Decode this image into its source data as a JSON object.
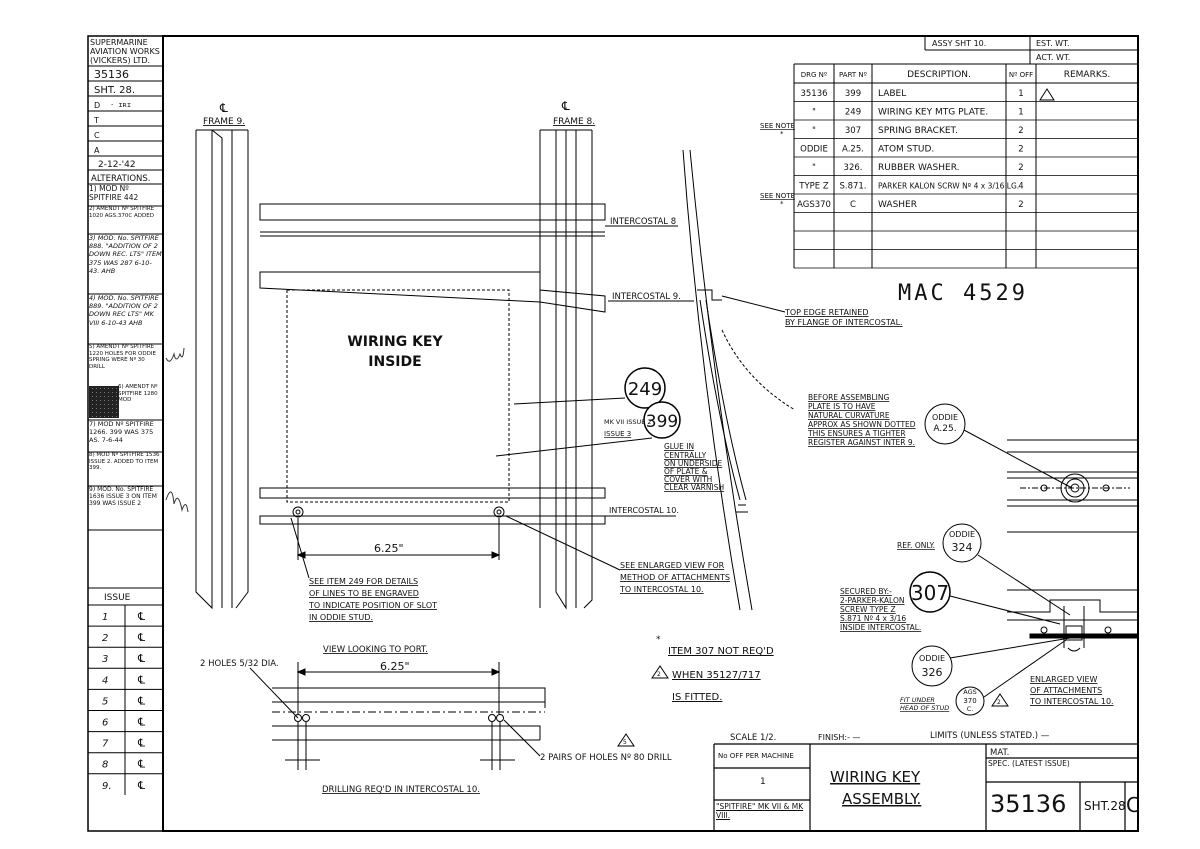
{
  "title_block": {
    "company": [
      "SUPERMARINE",
      "AVIATION WORKS",
      "(VICKERS) LTD."
    ],
    "drawing_no": "35136",
    "sheet": "SHT. 28.",
    "rows": [
      "D",
      "T",
      "C",
      "A"
    ],
    "date": "2-12-'42",
    "alterations_title": "ALTERATIONS.",
    "alterations": [
      "1) MOD Nº SPITFIRE 442",
      "2) AMENDT Nº SPITFIRE 1020 AGS.370C ADDED",
      "3) MOD. No. SPITFIRE 888. \"ADDITION OF 2 DOWN REC. LTS\" ITEM 375 WAS 287 6-10-43. AHB",
      "4) MOD. No. SPITFIRE 889. \"ADDITION OF 2 DOWN REC LTS\" MK VIII 6-10-43 AHB",
      "5) AMENDT Nº SPITFIRE 1220 HOLES FOR ODDIE SPRING WERE Nº 30 DRILL",
      "6) AMENDT Nº SPITFIRE 1280 MOD",
      "7) MOD Nº SPITFIRE 1266. 399 WAS 375 AS. 7-6-44",
      "8) MOD Nº SPITFIRE 1536 ISSUE 2. ADDED TO ITEM 399.",
      "9) MOD. No. SPITFIRE 1636 ISSUE 3 ON ITEM 399 WAS ISSUE 2"
    ],
    "issue_title": "ISSUE",
    "issues": [
      "1",
      "2",
      "3",
      "4",
      "5",
      "6",
      "7",
      "8",
      "9."
    ]
  },
  "parts_header": {
    "assy_sheet": "ASSY SHT 10.",
    "est_wt": "EST. WT.",
    "act_wt": "ACT. WT."
  },
  "parts_table": {
    "headers": [
      "DRG Nº",
      "PART Nº",
      "DESCRIPTION.",
      "Nº OFF",
      "REMARKS."
    ],
    "rows": [
      [
        "35136",
        "399",
        "LABEL",
        "1",
        ""
      ],
      [
        "\"",
        "249",
        "WIRING KEY MTG PLATE.",
        "1",
        ""
      ],
      [
        "\"",
        "307",
        "SPRING BRACKET.",
        "2",
        ""
      ],
      [
        "ODDIE",
        "A.25.",
        "ATOM STUD.",
        "2",
        ""
      ],
      [
        "\"",
        "326.",
        "RUBBER WASHER.",
        "2",
        ""
      ],
      [
        "TYPE Z",
        "S.871.",
        "PARKER KALON SCRW Nº 4 x 3/16 LG.",
        "4",
        ""
      ],
      [
        "AGS370",
        "C",
        "WASHER",
        "2",
        ""
      ]
    ],
    "see_note": "SEE NOTE"
  },
  "mac_number": "MAC 4529",
  "labels": {
    "frame9": "FRAME 9.",
    "frame8": "FRAME 8.",
    "intercostal8": "INTERCOSTAL 8",
    "intercostal9": "INTERCOSTAL 9.",
    "intercostal10": "INTERCOSTAL 10.",
    "wiring_key_1": "WIRING KEY",
    "wiring_key_2": "INSIDE",
    "item249": "249",
    "item399": "399",
    "mk_issue": "MK VII ISSUE 2",
    "issue3": "ISSUE 3",
    "glue_note": [
      "GLUE IN",
      "CENTRALLY",
      "ON UNDERSIDE",
      "OF PLATE &",
      "COVER WITH",
      "CLEAR VARNISH"
    ],
    "dim_625": "6.25\"",
    "see_item_249": [
      "SEE ITEM 249 FOR DETAILS",
      "OF LINES TO BE ENGRAVED",
      "TO INDICATE POSITION OF SLOT",
      "IN ODDIE STUD."
    ],
    "see_enlarged": [
      "SEE ENLARGED VIEW FOR",
      "METHOD OF ATTACHMENTS",
      "TO INTERCOSTAL 10."
    ],
    "top_edge": [
      "TOP EDGE RETAINED",
      "BY FLANGE OF INTERCOSTAL."
    ],
    "before_assembling": [
      "BEFORE ASSEMBLING",
      "PLATE IS TO HAVE",
      "NATURAL CURVATURE",
      "APPROX AS SHOWN DOTTED",
      "THIS ENSURES A TIGHTER",
      "REGISTER AGAINST INTER 9."
    ],
    "oddie_a25": [
      "ODDIE",
      "A.25."
    ],
    "ref_only": "REF. ONLY.",
    "oddie_324": [
      "ODDIE",
      "324"
    ],
    "secured_by": [
      "SECURED BY:-",
      "2-PARKER-KALON",
      "SCREW TYPE Z",
      "S.871 Nº 4 x 3/16",
      "INSIDE INTERCOSTAL."
    ],
    "item307": "307",
    "oddie_326": [
      "ODDIE",
      "326"
    ],
    "fit_under": [
      "FIT UNDER",
      "HEAD OF STUD"
    ],
    "ags_370c": [
      "AGS",
      "370",
      "C."
    ],
    "enlarged_view": [
      "ENLARGED VIEW",
      "OF ATTACHMENTS",
      "TO INTERCOSTAL 10."
    ],
    "view_looking": "VIEW LOOKING TO PORT.",
    "two_holes": "2 HOLES 5/32 DIA.",
    "dim_625b": "6.25\"",
    "two_pairs": "2 PAIRS OF HOLES Nº 80 DRILL",
    "drilling": "DRILLING REQ'D IN INTERCOSTAL 10.",
    "note_item307": [
      "ITEM 307 NOT REQ'D",
      "WHEN 35127/717",
      "IS FITTED."
    ],
    "cl": "℄"
  },
  "bottom_block": {
    "scale": "SCALE 1/2.",
    "finish": "FINISH:- —",
    "limits": "LIMITS (UNLESS STATED.) —",
    "no_off": "No OFF PER MACHINE",
    "qty": "1",
    "spitfire": "\"SPITFIRE\" MK VII & MK VIII.",
    "title1": "WIRING KEY",
    "title2": "ASSEMBLY.",
    "mat": "MAT.",
    "spec": "SPEC. (LATEST ISSUE)",
    "dwg": "35136",
    "sht": "SHT.28",
    "size": "C"
  }
}
